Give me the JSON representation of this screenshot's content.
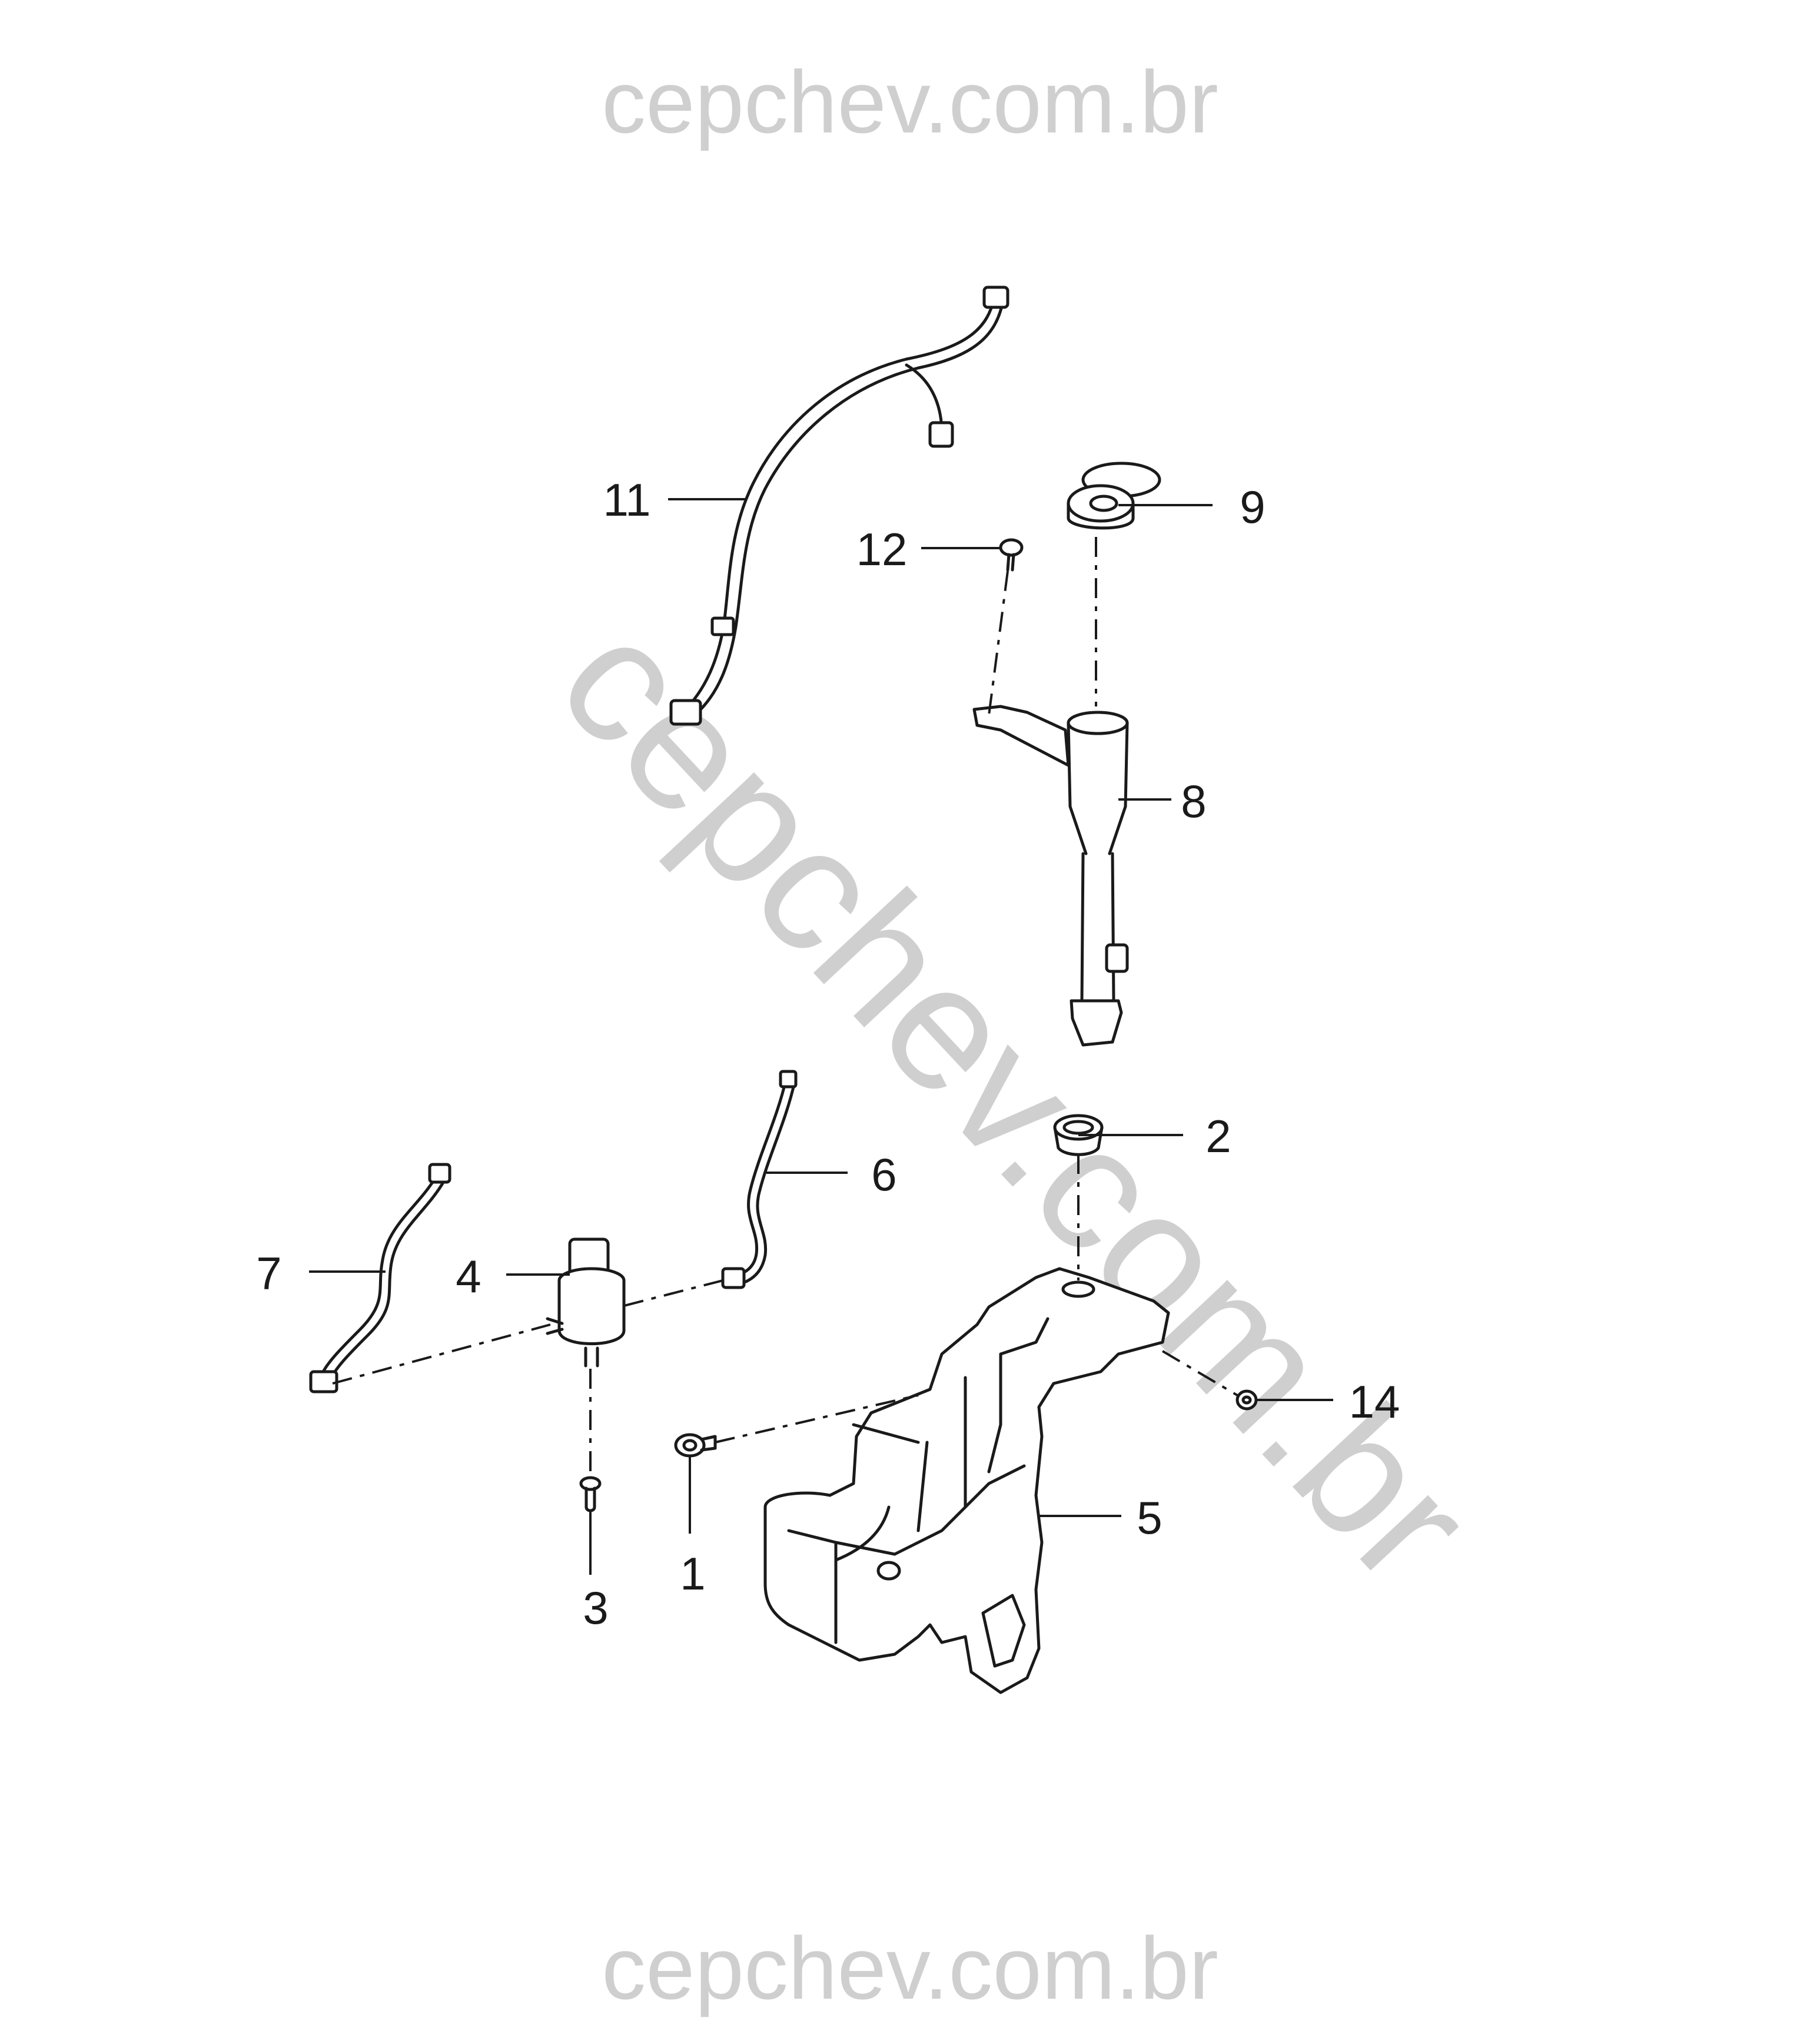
{
  "watermark": {
    "top": "cepchev.com.br",
    "diagonal": "cepchev.com.br",
    "bottom": "cepchev.com.br"
  },
  "callouts": [
    "1",
    "2",
    "3",
    "4",
    "5",
    "6",
    "7",
    "8",
    "9",
    "11",
    "12",
    "14"
  ]
}
